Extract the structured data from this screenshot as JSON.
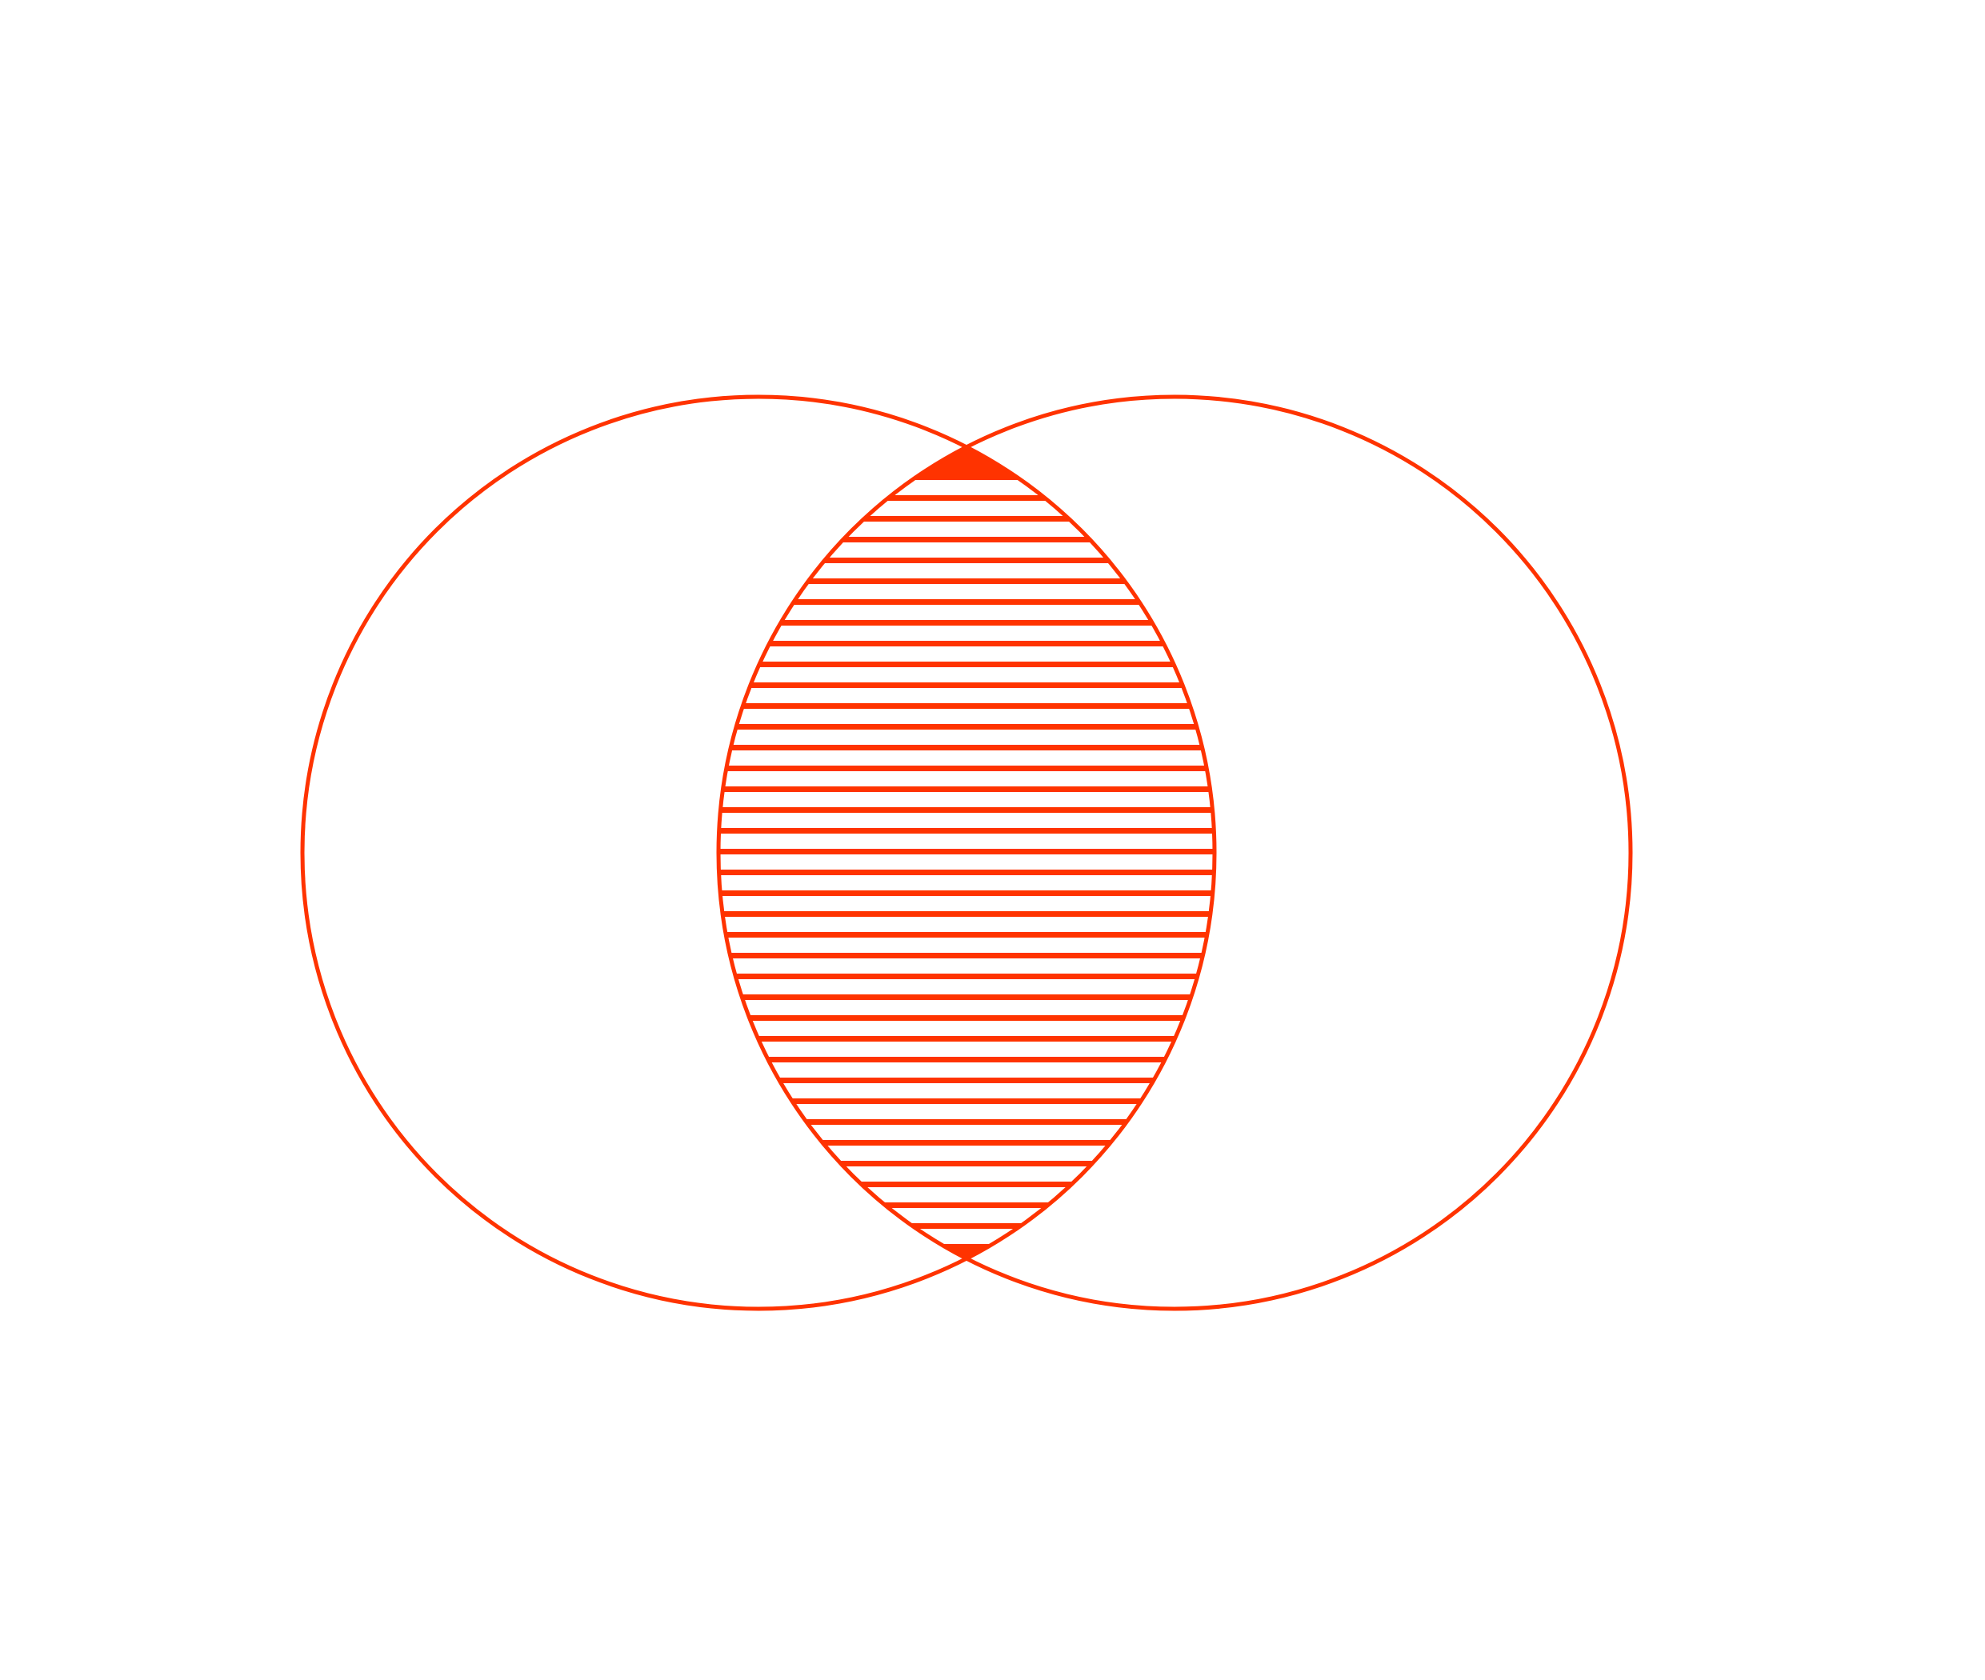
{
  "diagram": {
    "type": "venn",
    "sets": 2,
    "intersection_fill": "horizontal-hatch"
  },
  "colors": {
    "stroke": "#ff3300",
    "background": "#ffffff"
  }
}
